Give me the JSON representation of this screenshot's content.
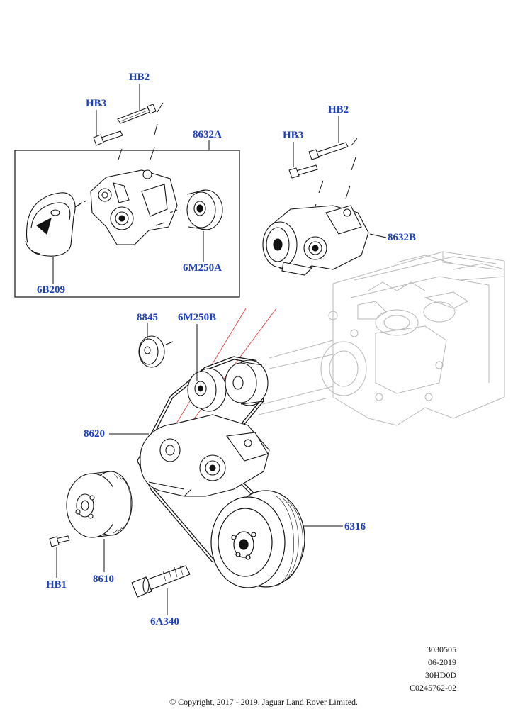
{
  "callouts": {
    "hb2_top": "HB2",
    "hb3_top": "HB3",
    "p8632a": "8632A",
    "p6b209": "6B209",
    "p6m250a": "6M250A",
    "hb2_right": "HB2",
    "hb3_right": "HB3",
    "p8632b": "8632B",
    "p8845": "8845",
    "p6m250b": "6M250B",
    "p8620": "8620",
    "p6316": "6316",
    "hb1": "HB1",
    "p8610": "8610",
    "p6a340": "6A340"
  },
  "meta": {
    "line1": "3030505",
    "line2": "06-2019",
    "line3": "30HD0D",
    "line4": "C0245762-02"
  },
  "copyright": "© Copyright, 2017 - 2019. Jaguar Land Rover Limited.",
  "colors": {
    "callout": "#1c3fbf",
    "ink": "#111111",
    "ghost": "#b8b8b8",
    "guide": "#e03030"
  }
}
